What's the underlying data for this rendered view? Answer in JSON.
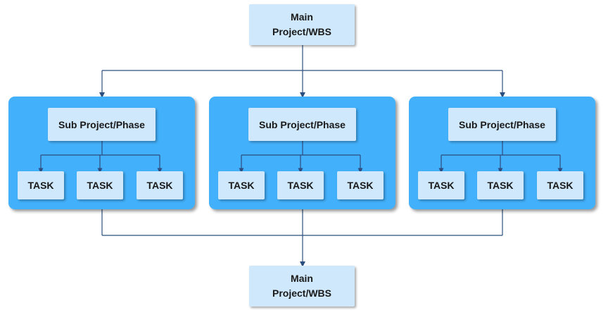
{
  "colors": {
    "box_fill": "#cfe8fb",
    "panel_fill": "#42b0fb",
    "connector": "#2b4f7e",
    "panel_connector": "#2d4d80"
  },
  "top_node": {
    "line1": "Main",
    "line2": "Project/WBS"
  },
  "bottom_node": {
    "line1": "Main",
    "line2": "Project/WBS"
  },
  "phases": [
    {
      "label": "Sub Project/Phase",
      "tasks": [
        "TASK",
        "TASK",
        "TASK"
      ]
    },
    {
      "label": "Sub Project/Phase",
      "tasks": [
        "TASK",
        "TASK",
        "TASK"
      ]
    },
    {
      "label": "Sub Project/Phase",
      "tasks": [
        "TASK",
        "TASK",
        "TASK"
      ]
    }
  ]
}
